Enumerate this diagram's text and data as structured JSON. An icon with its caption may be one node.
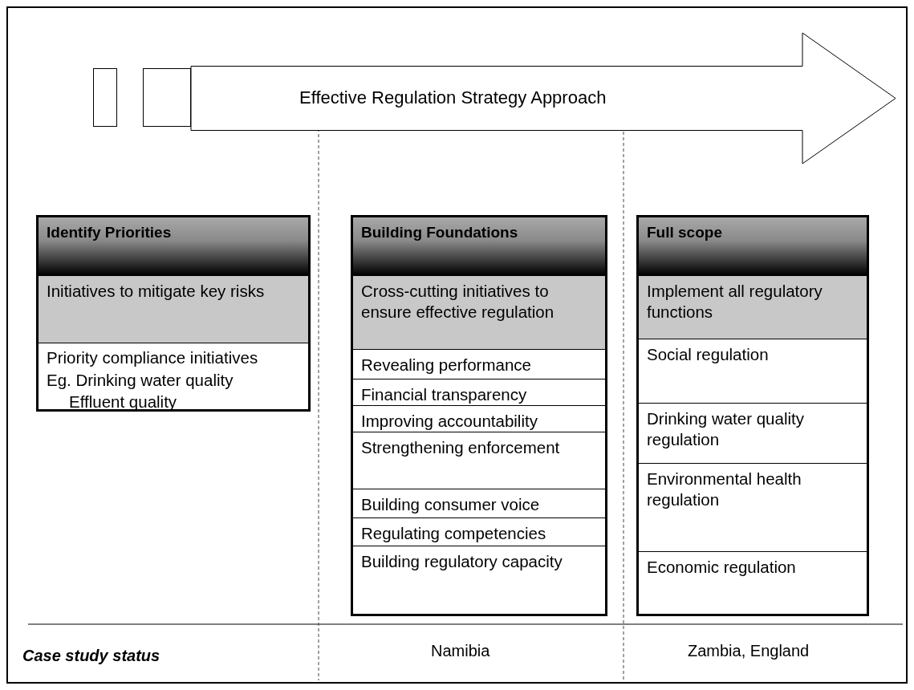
{
  "diagram": {
    "nodes": [
      {
        "text": [],
        "shape": "box"
      },
      {
        "text": [],
        "shape": "box"
      },
      {
        "text": [
          "Effective Regulation Strategy Approach"
        ]
      },
      {
        "text": [
          "Identify Priorities"
        ]
      },
      {
        "text": [
          "Initiatives to mitigate key risks"
        ],
        "in": 3
      },
      {
        "text": [
          "Priority compliance initiatives",
          "Eg. Drinking water quality",
          "Effluent quality"
        ],
        "in": 3
      },
      {
        "text": [
          "Building Foundations"
        ]
      },
      {
        "text": [
          "Cross-cutting initiatives to ensure effective regulation"
        ],
        "in": 6
      },
      {
        "text": [
          "Revealing performance"
        ],
        "in": 6
      },
      {
        "text": [
          "Financial transparency"
        ],
        "in": 6
      },
      {
        "text": [
          "Improving accountability"
        ],
        "in": 6
      },
      {
        "text": [
          "Strengthening enforcement"
        ],
        "in": 6
      },
      {
        "text": [
          "Building consumer voice"
        ],
        "in": 6
      },
      {
        "text": [
          "Regulating competencies"
        ],
        "in": 6
      },
      {
        "text": [
          "Building regulatory capacity"
        ],
        "in": 6
      },
      {
        "text": [
          "Full scope"
        ]
      },
      {
        "text": [
          "Implement all regulatory functions"
        ],
        "in": 15
      },
      {
        "text": [
          "Social regulation"
        ],
        "in": 15
      },
      {
        "text": [
          "Drinking water quality regulation"
        ],
        "in": 15
      },
      {
        "text": [
          "Environmental health regulation"
        ],
        "in": 15
      },
      {
        "text": [
          "Economic regulation"
        ],
        "in": 15
      }
    ],
    "edges": [],
    "labels": [
      "Case study status",
      "Namibia",
      "Zambia, England"
    ]
  }
}
